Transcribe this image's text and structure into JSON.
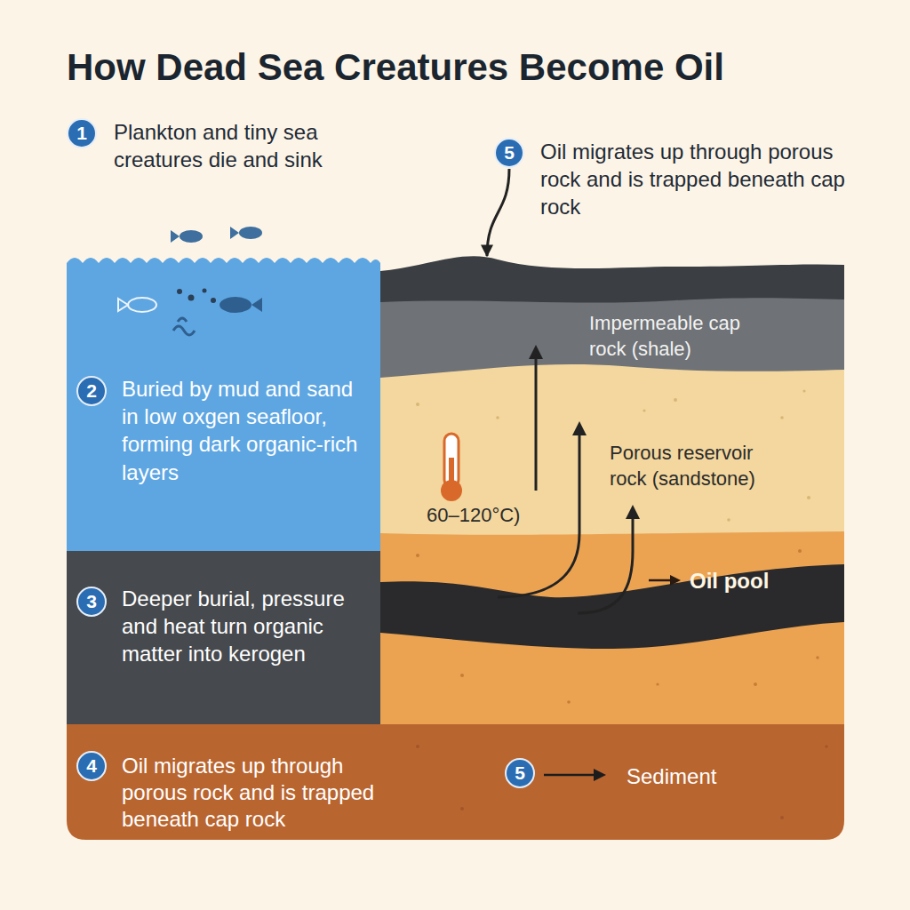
{
  "diagram": {
    "title": "How Dead Sea Creatures Become Oil",
    "nodes": [
      {
        "text": [
          "1"
        ]
      },
      {
        "text": [
          "5"
        ]
      },
      {
        "text": [
          "Buried by mud and sand in low oxgen seafloor, forming dark organic-rich layers"
        ]
      },
      {
        "text": [
          "2"
        ],
        "in": 2
      },
      {
        "text": [
          "Impermeable cap rock (shale)"
        ]
      },
      {
        "text": [
          "Porous reservoir rock (sandstone)"
        ]
      },
      {
        "text": [
          "Deeper burial, pressure and heat turn organic matter into kerogen"
        ]
      },
      {
        "text": [
          "3"
        ],
        "in": 6
      },
      {
        "text": [
          "Oil pool"
        ]
      },
      {
        "text": [
          "Oil migrates up through porous rock and is trapped beneath cap rock",
          "Sediment"
        ]
      },
      {
        "text": [
          "4"
        ],
        "in": 9
      },
      {
        "text": [
          "5"
        ],
        "in": 9
      }
    ],
    "edges": [
      {
        "from": 1,
        "to": 4,
        "arrow": "to"
      }
    ],
    "labels": [
      "Plankton and tiny sea creatures die and sink",
      "Oil migrates up through porous rock and is trapped beneath cap rock",
      "60–120°C)"
    ]
  }
}
